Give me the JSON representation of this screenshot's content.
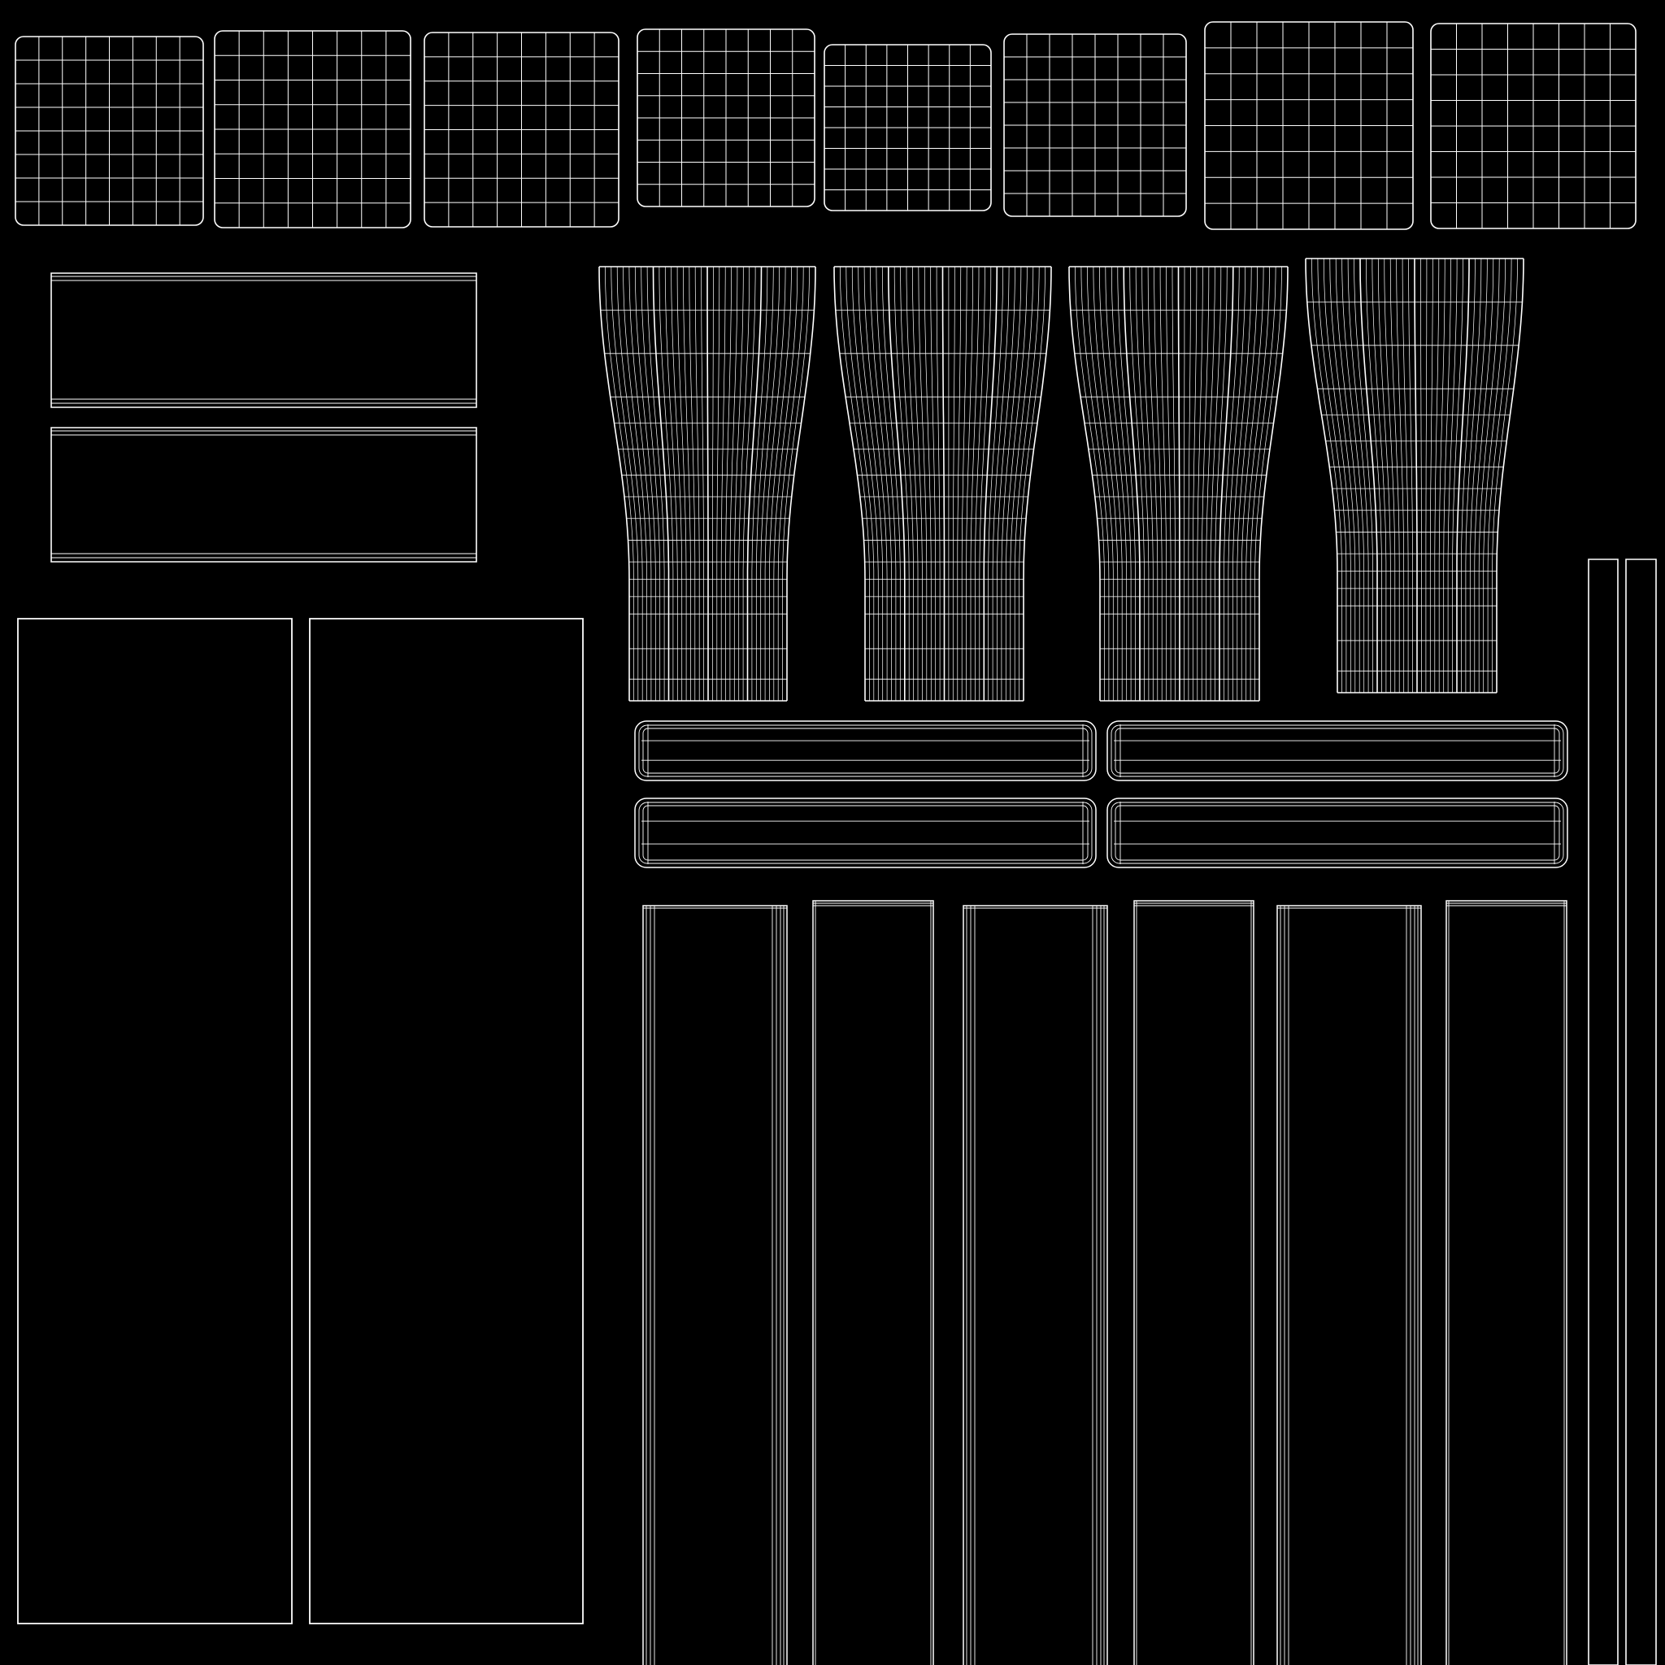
{
  "canvas": {
    "background_color": "#000000",
    "line_color": "#ffffff"
  },
  "uv_layout": {
    "island_groups": [
      {
        "kind": "grid-tile",
        "count": 8,
        "rows": 8,
        "cols": 8
      },
      {
        "kind": "horizontal-strip",
        "count": 2
      },
      {
        "kind": "tall-panel",
        "count": 2
      },
      {
        "kind": "pleated-curtain",
        "count": 4,
        "pleats": 4
      },
      {
        "kind": "rounded-bar",
        "count": 4
      },
      {
        "kind": "vertical-board",
        "count": 6
      },
      {
        "kind": "thin-rail",
        "count": 2
      }
    ]
  }
}
